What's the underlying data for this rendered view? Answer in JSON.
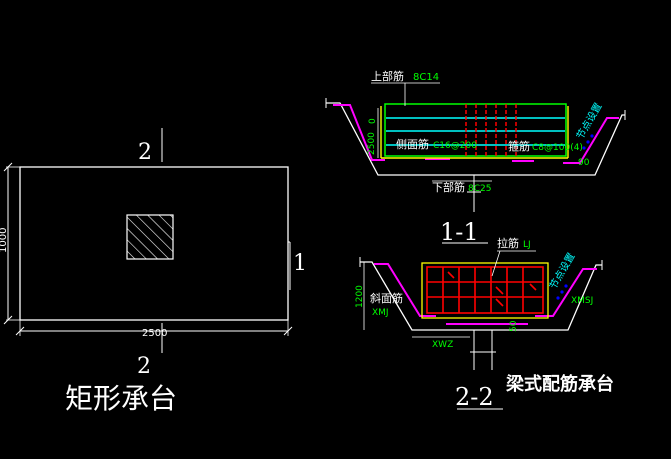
{
  "colors": {
    "background": "#000000",
    "outline": "#ffffff",
    "magenta": "#ff00ff",
    "green": "#00ff00",
    "cyan": "#00ffff",
    "yellow": "#ffff00",
    "red": "#ff0000",
    "blue": "#0000ff"
  },
  "plan": {
    "width_dim": "2500",
    "height_dim": "1000",
    "section_top_label": "2",
    "section_bottom_label": "2",
    "section_right_label": "1",
    "caption": "矩形承台"
  },
  "section_1_1": {
    "top_rebar_label": "上部筋",
    "top_rebar_spec": "8C14",
    "side_rebar_label": "侧面筋",
    "side_rebar_spec": "C16@200",
    "stirrup_label": "箍筋",
    "stirrup_spec": "C8@100(4)",
    "bottom_rebar_label": "下部筋",
    "bottom_rebar_spec": "8C25",
    "node_text": "节点设置",
    "left_dim": "2500",
    "small_dim": "0",
    "angle": "90",
    "title": "1-1"
  },
  "section_2_2": {
    "tie_label": "拉筋",
    "tie_spec": "LJ",
    "node_text": "节点设置",
    "slope_rebar_label": "斜面筋",
    "slope_left_code": "XMJ",
    "slope_right_code": "XMSJ",
    "height_dim": "1200",
    "bottom_code": "XWZ",
    "small_dim": "50",
    "title": "2-2"
  },
  "caption_right": "梁式配筋承台"
}
